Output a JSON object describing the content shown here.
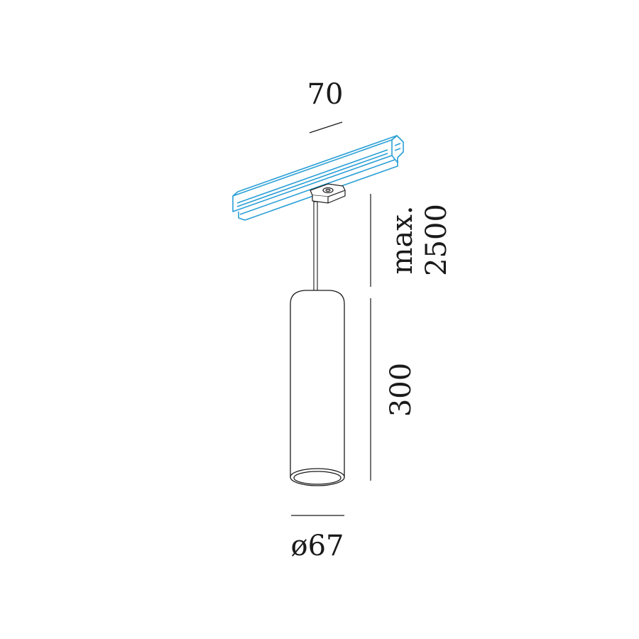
{
  "dimensions": {
    "track_width": "70",
    "suspension_line1": "max.",
    "suspension_line2": "2500",
    "body_height": "300",
    "diameter": "ø67"
  },
  "colors": {
    "track": "#2a9fd6",
    "line": "#1a1a1a",
    "background": "#ffffff"
  }
}
